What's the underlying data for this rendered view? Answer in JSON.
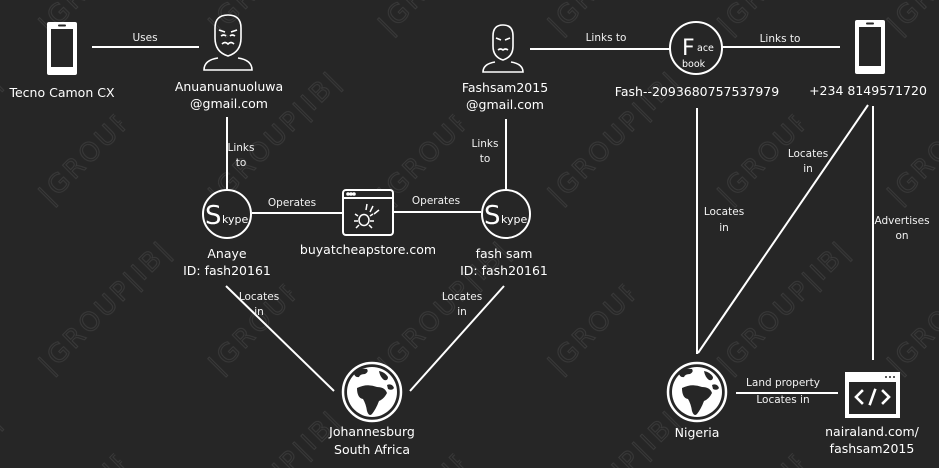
{
  "theme": {
    "background": "#262626",
    "foreground": "#ffffff",
    "watermark_color": "#3a3a3a"
  },
  "watermark": {
    "text": "|GROUP|IB|"
  },
  "nodes": {
    "phone1": {
      "icon": "smartphone-icon",
      "label": "Tecno Camon CX"
    },
    "person1": {
      "icon": "anonymous-hacker-icon",
      "label_line1": "Anuanuanuoluwa",
      "label_line2": "@gmail.com"
    },
    "skype1": {
      "icon": "skype-icon",
      "icon_big": "S",
      "icon_small": "kype",
      "label_line1": "Anaye",
      "label_line2": "ID: fash20161"
    },
    "website1": {
      "icon": "browser-bug-icon",
      "label": "buyatcheapstore.com"
    },
    "skype2": {
      "icon": "skype-icon",
      "icon_big": "S",
      "icon_small": "kype",
      "label_line1": "fash sam",
      "label_line2": "ID: fash20161"
    },
    "person2": {
      "icon": "anonymous-hacker-icon",
      "label_line1": "Fashsam2015",
      "label_line2": "@gmail.com"
    },
    "facebook": {
      "icon": "facebook-icon",
      "icon_big": "F",
      "icon_small": "ace",
      "icon_bottom": "book",
      "label": "Fash--2093680757537979"
    },
    "phone2": {
      "icon": "smartphone-icon",
      "label": "+234 8149571720"
    },
    "johannesburg": {
      "icon": "globe-africa-icon",
      "label_line1": "Johannesburg",
      "label_line2": "South Africa"
    },
    "nigeria": {
      "icon": "globe-africa-icon",
      "label": "Nigeria"
    },
    "nairaland": {
      "icon": "browser-code-icon",
      "label_line1": "nairaland.com/",
      "label_line2": "fashsam2015"
    }
  },
  "edges": {
    "phone1_person1": {
      "label": "Uses"
    },
    "person1_skype1": {
      "line1": "Links",
      "line2": "to"
    },
    "skype1_website": {
      "label": "Operates"
    },
    "website_skype2": {
      "label": "Operates"
    },
    "person2_skype2": {
      "line1": "Links",
      "line2": "to"
    },
    "person2_facebook": {
      "label": "Links to"
    },
    "facebook_phone2": {
      "label": "Links to"
    },
    "skype1_johannesburg": {
      "line1": "Locates",
      "line2": "in"
    },
    "skype2_johannesburg": {
      "line1": "Locates",
      "line2": "in"
    },
    "facebook_nigeria": {
      "line1": "Locates",
      "line2": "in"
    },
    "phone2_nigeria": {
      "line1": "Locates",
      "line2": "in"
    },
    "phone2_nairaland": {
      "line1": "Advertises",
      "line2": "on"
    },
    "nigeria_nairaland": {
      "line1": "Land property",
      "line2": "Locates in"
    }
  }
}
